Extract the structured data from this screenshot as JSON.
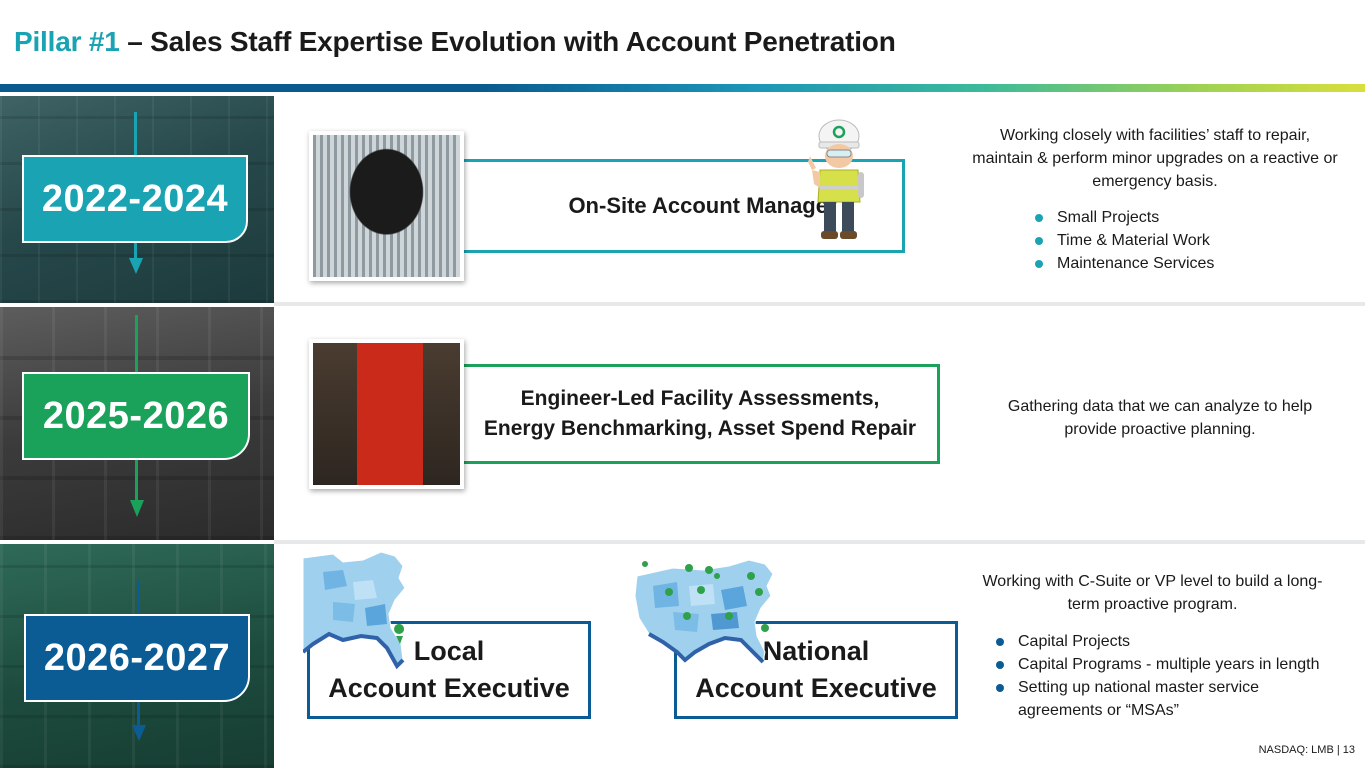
{
  "title": {
    "accent": "Pillar #1",
    "rest": " – Sales Staff Expertise Evolution with Account Penetration"
  },
  "stages": [
    {
      "years": "2022-2024",
      "role": "On-Site Account Manager",
      "description": "Working closely with facilities’ staff to repair, maintain & perform minor upgrades on a reactive or emergency basis.",
      "bullets": [
        "Small Projects",
        "Time & Material Work",
        "Maintenance Services"
      ]
    },
    {
      "years": "2025-2026",
      "role_lines": [
        "Engineer-Led Facility Assessments,",
        "Energy Benchmarking, Asset Spend Repair"
      ],
      "description": "Gathering data that we can analyze to help provide proactive planning."
    },
    {
      "years": "2026-2027",
      "roles": [
        {
          "lines": [
            "Local",
            "Account Executive"
          ]
        },
        {
          "lines": [
            "National",
            "Account Executive"
          ]
        }
      ],
      "description": "Working with C-Suite or VP level to build a long-term proactive program.",
      "bullets": [
        "Capital Projects",
        "Capital Programs - multiple years in length",
        "Setting up national master service agreements or “MSAs”"
      ]
    }
  ],
  "colors": {
    "teal": "#1aa3b3",
    "green": "#1aa15a",
    "blue": "#0b5c95"
  },
  "footer": "NASDAQ: LMB | 13"
}
